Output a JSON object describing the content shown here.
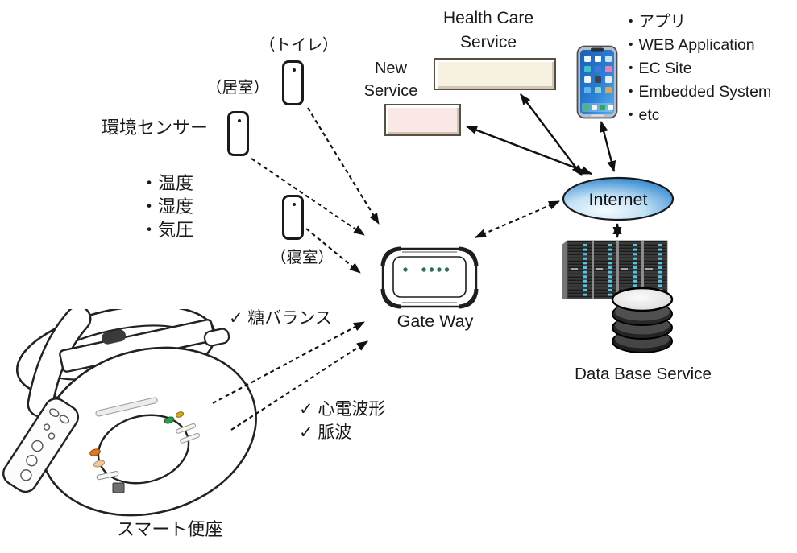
{
  "colors": {
    "health_care_box": "#f7f1e2",
    "new_service_box": "#f9e8e6",
    "internet_fill": "#4795d6",
    "internet_dark": "#2f7cc0",
    "server_led": "#4cc8ea",
    "gateway_led": "#2e7060",
    "phone_screen": "#2b7fd4"
  },
  "sensors": {
    "type_label": "環境センサー",
    "toilet_label": "（トイレ）",
    "living_label": "（居室）",
    "bedroom_label": "（寝室）",
    "measurements": [
      "・温度",
      "・湿度",
      "・気圧"
    ]
  },
  "smart_toilet": {
    "label": "スマート便座",
    "metric_sugar": "✓ 糖バランス",
    "metric_ecg": "✓ 心電波形",
    "metric_pulse": "✓ 脈波"
  },
  "gateway": {
    "label": "Gate Way"
  },
  "internet": {
    "label": "Internet"
  },
  "services": {
    "health_care_title": "Health Care Service",
    "new_service_title": "New Service"
  },
  "clients": {
    "items": [
      "・アプリ",
      "・WEB Application",
      "・EC Site",
      "・Embedded System",
      "・etc"
    ]
  },
  "database": {
    "label": "Data Base Service"
  }
}
